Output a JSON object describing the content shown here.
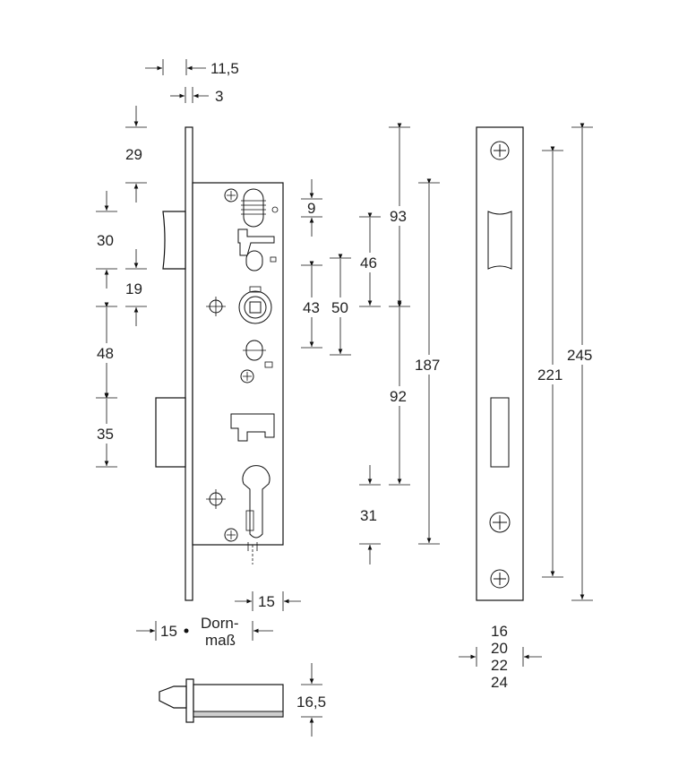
{
  "dimensions": {
    "faceplate_offset": "11,5",
    "faceplate_thickness": "3",
    "top_to_latch": "29",
    "latch_height": "30",
    "latch_to_bolt_gap": "19",
    "bolt_spacing": "48",
    "bolt_height": "35",
    "small_hole_offset": "9",
    "hole_spacing_46": "46",
    "hole_spacing_43": "43",
    "hole_spacing_50": "50",
    "upper_93": "93",
    "lower_92": "92",
    "total_187": "187",
    "bottom_31": "31",
    "inner_221": "221",
    "total_245": "245",
    "width_15_right": "15",
    "backset": "15",
    "backset_label_line1": "Dorn-",
    "backset_label_line2": "maß",
    "plate_widths": [
      "16",
      "20",
      "22",
      "24"
    ],
    "side_depth": "16,5"
  }
}
